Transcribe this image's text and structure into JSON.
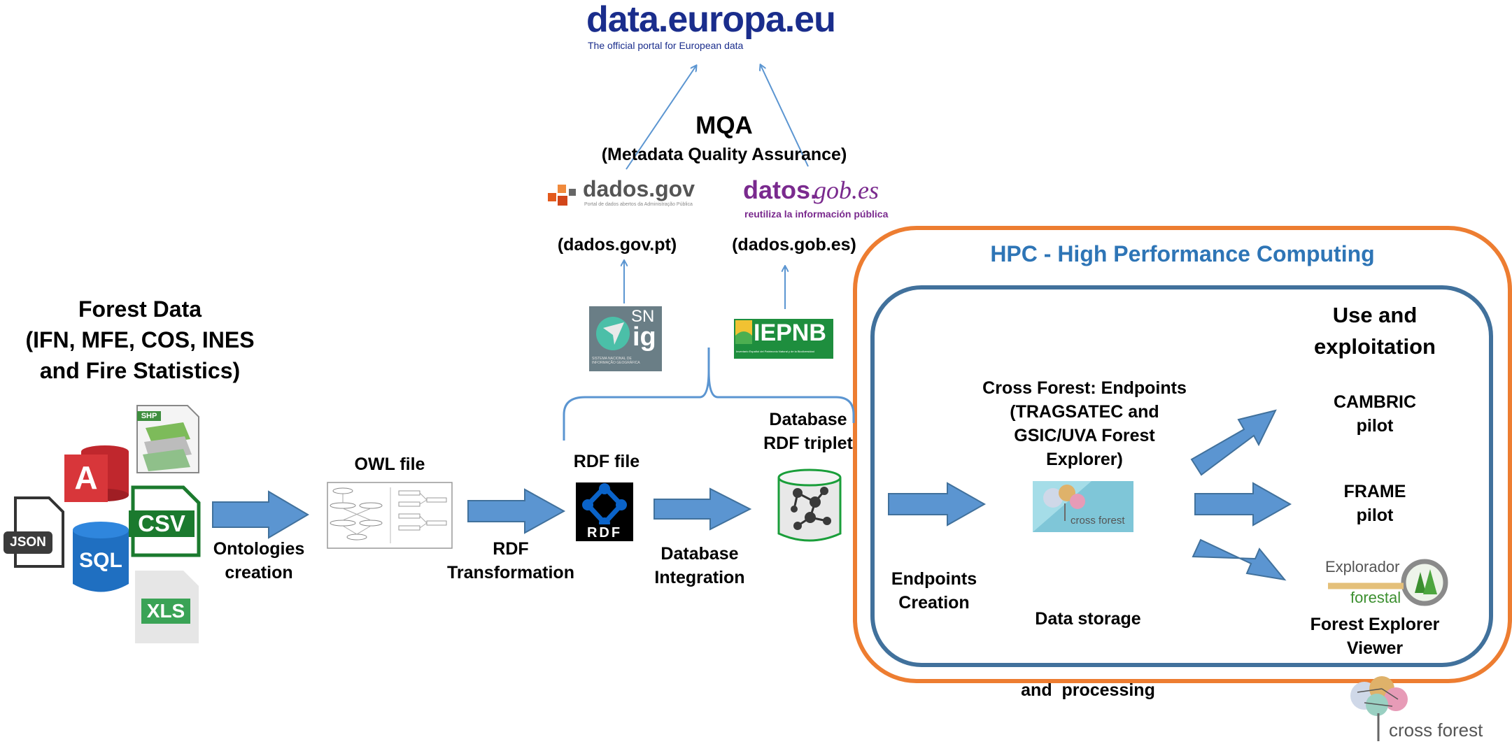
{
  "header": {
    "portal_logo_text": "data.europa.eu",
    "portal_tagline": "The official portal for European data"
  },
  "mqa": {
    "title": "MQA",
    "subtitle": "(Metadata Quality Assurance)"
  },
  "portals": {
    "pt_logo": "dados.gov",
    "pt_logo_sub": "Portal de dados abertos da Administração Pública",
    "pt_label": "(dados.gov.pt)",
    "es_logo_a": "datos.",
    "es_logo_b": "gob.es",
    "es_logo_sub": "reutiliza la información pública",
    "es_label": "(dados.gob.es)"
  },
  "sources": {
    "snig_a": "SN",
    "snig_b": "ig",
    "snig_sub": "SISTEMA NACIONAL DE INFORMAÇÃO GEOGRÁFICA",
    "iepnb": "IEPNB",
    "iepnb_sub": "Inventario Español del Patrimonio Natural y de la Biodiversidad"
  },
  "forest": {
    "title_l1": "Forest Data",
    "title_l2": "(IFN, MFE, COS, INES",
    "title_l3": "and Fire Statistics)",
    "icons": {
      "json": "JSON",
      "sql": "SQL",
      "csv": "CSV",
      "xls": "XLS",
      "shp": "SHP",
      "access": "A"
    }
  },
  "pipeline": {
    "ontologies_l1": "Ontologies",
    "ontologies_l2": "creation",
    "owl": "OWL file",
    "rdf_trans_l1": "RDF",
    "rdf_trans_l2": "Transformation",
    "rdf_file": "RDF file",
    "rdf_logo": "RDF",
    "db_int_l1": "Database",
    "db_int_l2": "Integration",
    "db_triplet_l1": "Database",
    "db_triplet_l2": "RDF triplet"
  },
  "hpc": {
    "title": "HPC - High Performance Computing",
    "endpoints_creation_l1": "Endpoints",
    "endpoints_creation_l2": "Creation",
    "cf_l1": "Cross Forest: Endpoints",
    "cf_l2": "(TRAGSATEC and",
    "cf_l3": "GSIC/UVA Forest",
    "cf_l4": "Explorer)",
    "cf_thumb": "cross forest",
    "storage_l1": "Data storage",
    "storage_l2": "and  processing",
    "use_l1": "Use and",
    "use_l2": "exploitation",
    "cambric_l1": "CAMBRIC",
    "cambric_l2": "pilot",
    "frame_l1": "FRAME",
    "frame_l2": "pilot",
    "explorador_a": "Explorador",
    "explorador_b": "forestal",
    "viewer_l1": "Forest Explorer",
    "viewer_l2": "Viewer"
  },
  "footer": {
    "logo_text": "cross forest"
  },
  "colors": {
    "arrow_blue": "#5b95d1",
    "arrow_border": "#41719c",
    "hpc_orange": "#ed7d31",
    "inner_blue": "#41719c",
    "hpc_title": "#2e75b6",
    "eu_blue": "#1a2d8c",
    "eu_yellow": "#f2c300",
    "datos_purple": "#7a2a8e",
    "dados_orange": "#e35a1c"
  }
}
